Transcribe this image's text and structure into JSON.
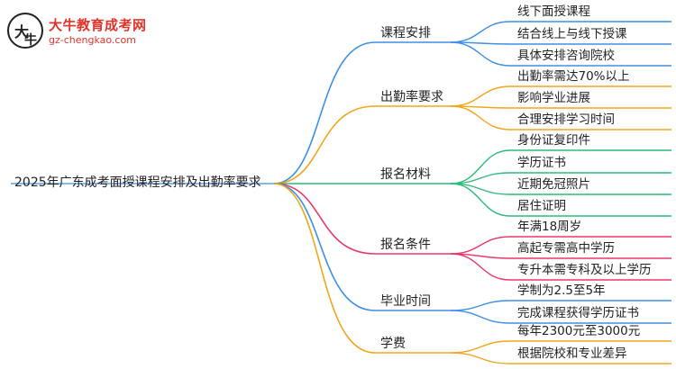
{
  "logo": {
    "name": "大牛教育成考网",
    "url": "gz-chengkao.com",
    "mark_text": "大牛"
  },
  "root": "2025年广东成考面授课程安排及出勤率要求",
  "branches": [
    {
      "label": "课程安排",
      "color": "#3b8fe6",
      "leaves": [
        "线下面授课程",
        "结合线上与线下授课",
        "具体安排咨询院校"
      ]
    },
    {
      "label": "出勤率要求",
      "color": "#f2a51a",
      "leaves": [
        "出勤率需达70%以上",
        "影响学业进展",
        "合理安排学习时间"
      ]
    },
    {
      "label": "报名材料",
      "color": "#2dbb7a",
      "leaves": [
        "身份证复印件",
        "学历证书",
        "近期免冠照片",
        "居住证明"
      ]
    },
    {
      "label": "报名条件",
      "color": "#e8386a",
      "leaves": [
        "年满18周岁",
        "高起专需高中学历",
        "专升本需专科及以上学历"
      ]
    },
    {
      "label": "毕业时间",
      "color": "#3b8fe6",
      "leaves": [
        "学制为2.5至5年",
        "完成课程获得学历证书"
      ]
    },
    {
      "label": "学费",
      "color": "#f2a51a",
      "leaves": [
        "每年2300元至3000元",
        "根据院校和专业差异"
      ]
    }
  ]
}
